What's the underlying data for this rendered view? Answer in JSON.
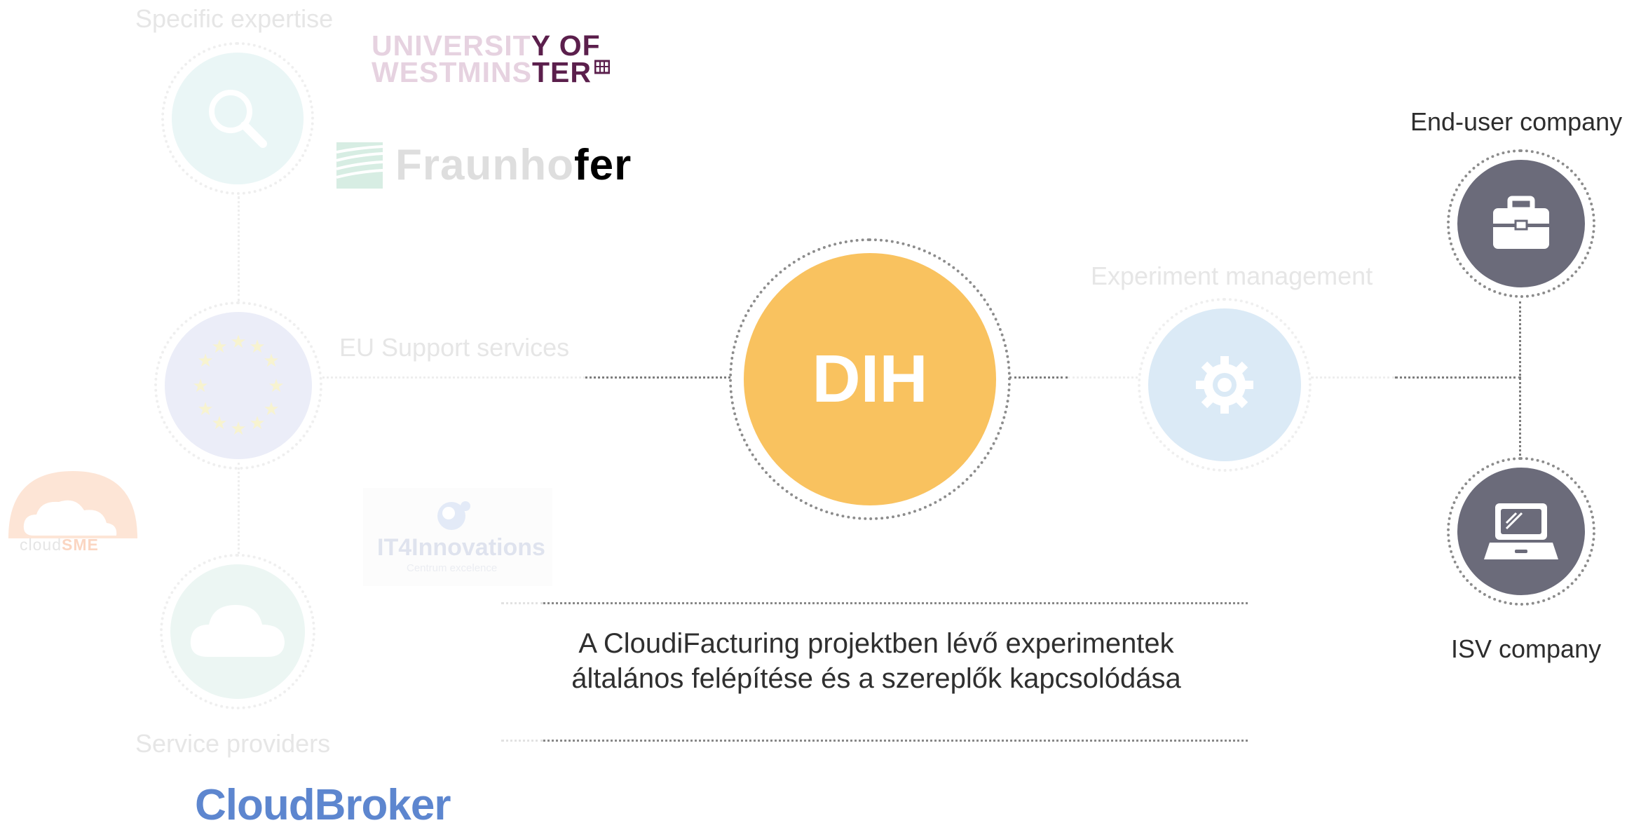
{
  "labels": {
    "specific_expertise": "Specific expertise",
    "eu_support": "EU Support services",
    "service_providers": "Service providers",
    "experiment_management": "Experiment management",
    "end_user": "End-user company",
    "isv": "ISV company"
  },
  "center": {
    "text": "DIH",
    "color": "#f9c25f"
  },
  "caption": {
    "line1": "A CloudiFacturing projektben lévő experimentek",
    "line2": "általános felépítése és a szereplők kapcsolódása"
  },
  "logos": {
    "westminster_line1_a": "UNIVERSIT",
    "westminster_line1_b": "Y OF",
    "westminster_line2_a": "WESTMINS",
    "westminster_line2_b": "TER",
    "fraunhofer_a": "Fraunho",
    "fraunhofer_b": "fer",
    "cloudsme_a": "cloud",
    "cloudsme_b": "SME",
    "it4i_main": "IT4Innovations",
    "it4i_sub": "Centrum excelence",
    "cloudbroker": "CloudBroker"
  },
  "icons": {
    "expertise": "magnifier-icon",
    "eu": "eu-stars-icon",
    "providers": "cloud-icon",
    "experiment": "gear-icon",
    "end_user": "briefcase-icon",
    "isv": "laptop-icon"
  },
  "colors": {
    "dih": "#f9c25f",
    "end_user_disc": "#6b6b7a",
    "isv_disc": "#6b6b7a",
    "expertise_disc": "#eaf6f6",
    "eu_disc": "#ebedf8",
    "provider_disc": "#ecf6f3",
    "experiment_disc": "#dbeaf6",
    "westminster": "#5b1f4c",
    "cloudbroker": "#4a73c4"
  }
}
